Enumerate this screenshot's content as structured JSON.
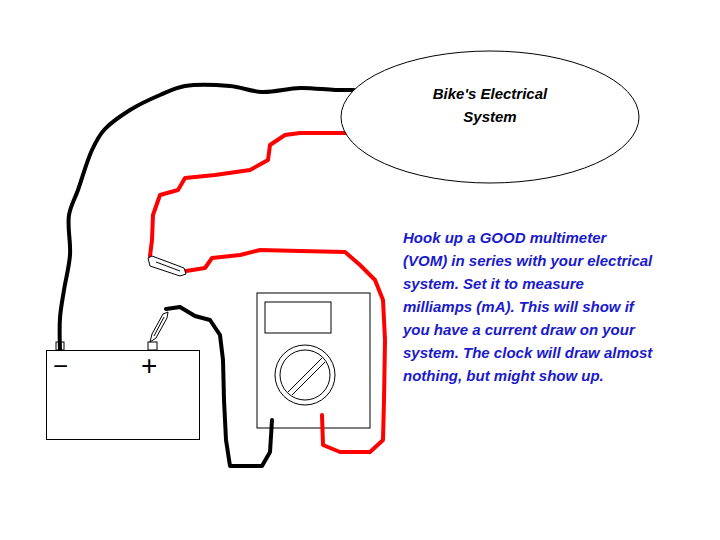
{
  "diagram": {
    "nodes": [
      {
        "text": [
          "Bike's Electrical System"
        ]
      },
      {
        "text": [
          "−",
          "+"
        ]
      }
    ],
    "edges": [
      {
        "from": 1,
        "to": 0,
        "arrow": "none"
      }
    ],
    "labels": [
      "Hook up a GOOD multimeter (VOM) in series with your electrical system. Set it to measure milliamps (mA). This will show if you have a current draw on your system. The clock will draw almost nothing, but might show up."
    ]
  }
}
